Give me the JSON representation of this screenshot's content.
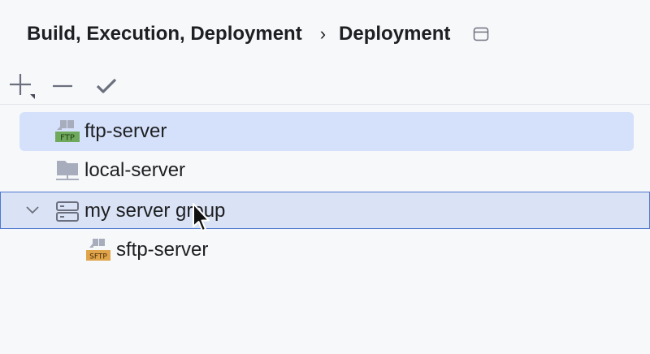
{
  "breadcrumb": {
    "parent": "Build, Execution, Deployment",
    "separator": "›",
    "current": "Deployment"
  },
  "toolbar": {
    "add_icon": "plus-icon",
    "remove_icon": "minus-icon",
    "apply_icon": "check-icon"
  },
  "tree": {
    "items": [
      {
        "label": "ftp-server",
        "icon": "ftp-server-icon",
        "badge": "FTP",
        "badge_color": "#6fa95c",
        "selected": true
      },
      {
        "label": "local-server",
        "icon": "local-server-icon"
      },
      {
        "label": "my server group",
        "icon": "server-group-icon",
        "expanded": true,
        "focused": true
      },
      {
        "label": "sftp-server",
        "icon": "sftp-server-icon",
        "badge": "SFTP",
        "badge_color": "#e0a44a"
      }
    ]
  },
  "colors": {
    "background": "#f7f8fa",
    "selection": "#d5e1fb",
    "focus_border": "#4f78cf"
  }
}
